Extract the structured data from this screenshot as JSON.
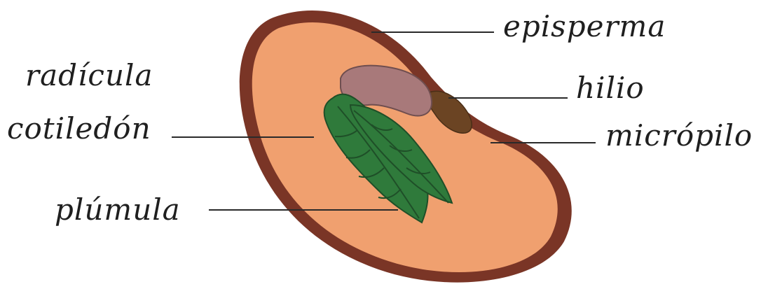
{
  "labels": {
    "episperma": "episperma",
    "radicula": "radícula",
    "hilio": "hilio",
    "cotiledon": "cotiledón",
    "micropilo": "micrópilo",
    "plumula": "plúmula"
  },
  "colors": {
    "seed_coat": "#7a3526",
    "cotyledon": "#f0a06f",
    "radicle": "#a8797a",
    "plumule": "#2f7a3b",
    "plumule_vein": "#1f4f28",
    "hilum": "#6b4423"
  }
}
